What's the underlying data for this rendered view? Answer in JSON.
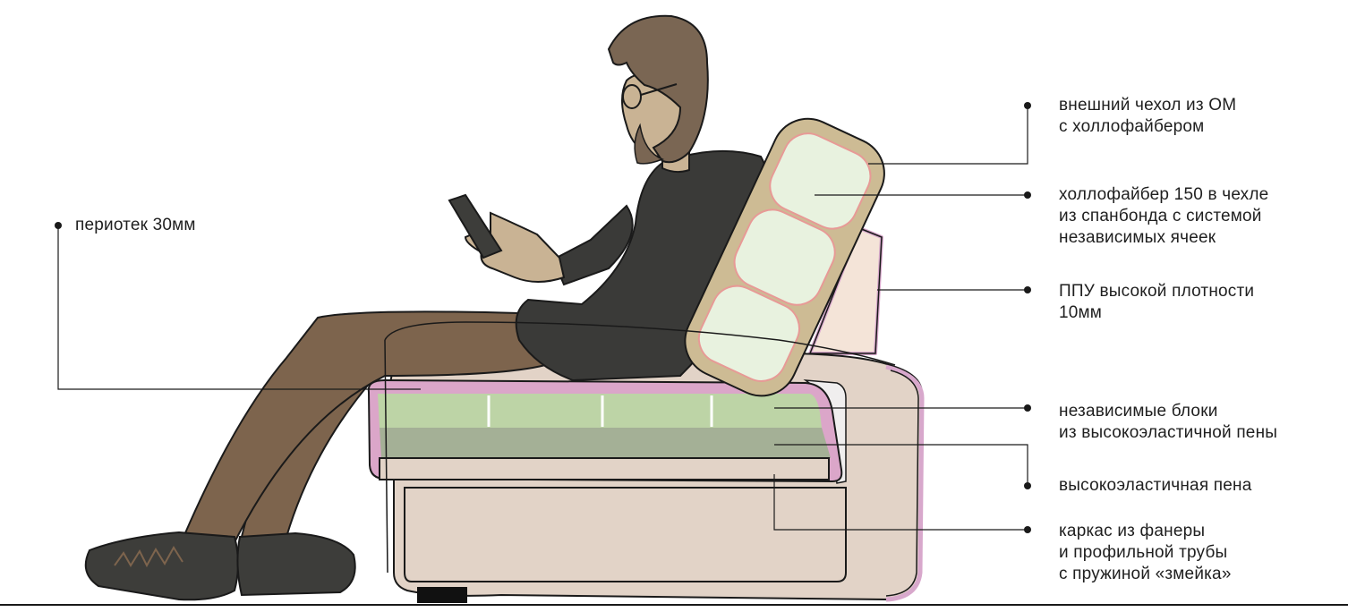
{
  "labels": {
    "perioteк": {
      "lines": [
        "периотек 30мм"
      ]
    },
    "outer_cover": {
      "lines": [
        "внешний чехол из ОМ",
        "с холлофайбером"
      ]
    },
    "hollofiber": {
      "lines": [
        "холлофайбер 150 в чехле",
        "из спанбонда с системой",
        "независимых ячеек"
      ]
    },
    "ppu": {
      "lines": [
        "ППУ высокой плотности",
        "10мм"
      ]
    },
    "blocks": {
      "lines": [
        "независимые блоки",
        "из высокоэластичной пены"
      ]
    },
    "foam": {
      "lines": [
        "высокоэластичная пена"
      ]
    },
    "frame": {
      "lines": [
        "каркас из фанеры",
        "и профильной трубы",
        "с пружиной «змейка»"
      ]
    }
  },
  "colors": {
    "sofa_body": "#e2d3c7",
    "sofa_outline": "#1a1a1a",
    "pink_layer": "#dba6c9",
    "light_green": "#bdd4a6",
    "gray_green": "#a4b096",
    "cushion_tan": "#cdbb94",
    "cushion_fill": "#e8f2df",
    "cushion_outline": "#e79a96",
    "ppu_fill": "#f4e4d8",
    "skin": "#c9b394",
    "hair": "#7a6653",
    "jacket": "#3a3a38",
    "pants": "#7d644d",
    "shoes": "#3d3d3a"
  },
  "icons": [
    "bullet-dot-icon"
  ]
}
